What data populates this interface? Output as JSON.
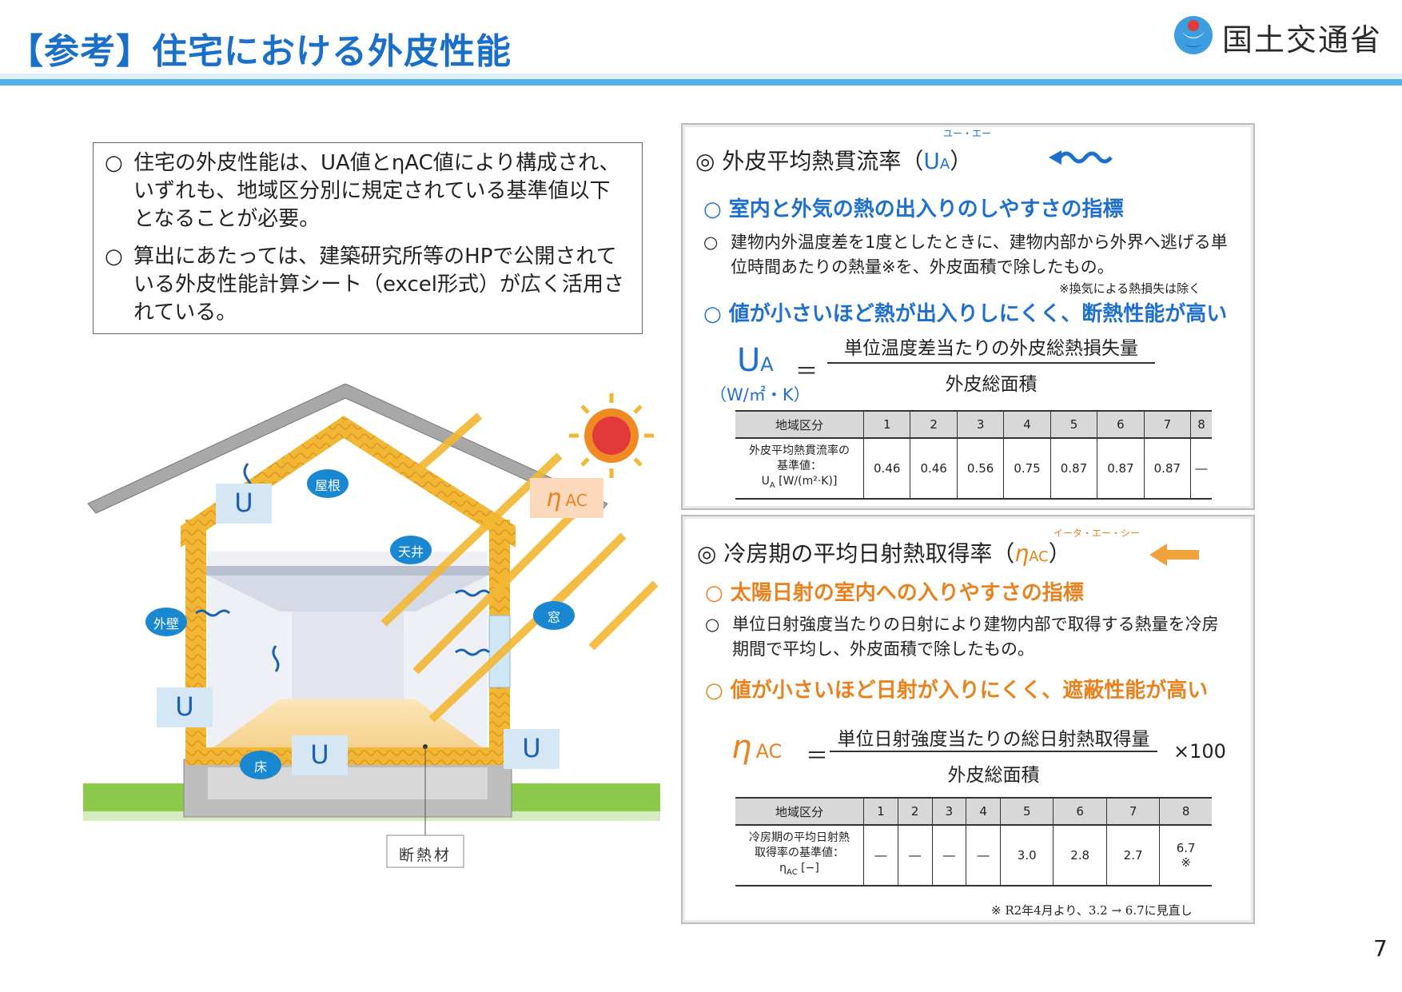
{
  "header": {
    "title": "【参考】住宅における外皮性能",
    "logo_text": "国土交通省"
  },
  "intro": {
    "bullet_mark": "○",
    "items": [
      "住宅の外皮性能は、UA値とηAC値により構成され、いずれも、地域区分別に規定されている基準値以下となることが必要。",
      "算出にあたっては、建築研究所等のHPで公開されている外皮性能計算シート（excel形式）が広く活用されている。"
    ]
  },
  "diagram": {
    "labels": {
      "roof": "屋根",
      "ceiling": "天井",
      "wall": "外壁",
      "window": "窓",
      "floor": "床",
      "insulation": "断熱材"
    },
    "u_label": "U",
    "eta_symbol": "η",
    "eta_sub": "AC"
  },
  "ua_panel": {
    "ruby": "ユー・エー",
    "mark": "◎",
    "title": "外皮平均熱貫流率（",
    "title_symbol": "U",
    "title_sub": "A",
    "title_close": "）",
    "sub1": "○ 室内と外気の熱の出入りのしやすさの指標",
    "desc_mark": "○",
    "desc": "建物内外温度差を1度としたときに、建物内部から外界へ逃げる単位時間あたりの熱量※を、外皮面積で除したもの。",
    "note": "※換気による熱損失は除く",
    "sub2": "○ 値が小さいほど熱が出入りしにくく、断熱性能が高い",
    "formula": {
      "symbol": "U",
      "sub": "A",
      "unit": "（W/㎡・K）",
      "equals": "＝",
      "numerator": "単位温度差当たりの外皮総熱損失量",
      "denominator": "外皮総面積"
    },
    "table": {
      "header_label": "地域区分",
      "regions": [
        "1",
        "2",
        "3",
        "4",
        "5",
        "6",
        "7",
        "8"
      ],
      "row_label_1": "外皮平均熱貫流率の",
      "row_label_2": "基準値：",
      "row_label_3": "U",
      "row_label_3_sub": "A",
      "row_label_3_unit": " [W/(m²·K)]",
      "values": [
        "0.46",
        "0.46",
        "0.56",
        "0.75",
        "0.87",
        "0.87",
        "0.87",
        "―"
      ]
    }
  },
  "eta_panel": {
    "ruby": "イータ・エー・シー",
    "mark": "◎",
    "title": "冷房期の平均日射熱取得率（",
    "title_symbol": "η",
    "title_sub": "AC",
    "title_close": "）",
    "sub1": "○ 太陽日射の室内への入りやすさの指標",
    "desc_mark": "○",
    "desc": "単位日射強度当たりの日射により建物内部で取得する熱量を冷房期間で平均し、外皮面積で除したもの。",
    "sub2": "○ 値が小さいほど日射が入りにくく、遮蔽性能が高い",
    "formula": {
      "symbol": "η",
      "sub": "AC",
      "equals": "＝",
      "numerator": "単位日射強度当たりの総日射熱取得量",
      "denominator": "外皮総面積",
      "multiplier": "×100"
    },
    "table": {
      "header_label": "地域区分",
      "regions": [
        "1",
        "2",
        "3",
        "4",
        "5",
        "6",
        "7",
        "8"
      ],
      "row_label_1": "冷房期の平均日射熱",
      "row_label_2": "取得率の基準値：",
      "row_label_3": "η",
      "row_label_3_sub": "AC",
      "row_label_3_unit": " [−]",
      "values": [
        "―",
        "―",
        "―",
        "―",
        "3.0",
        "2.8",
        "2.7",
        "6.7"
      ],
      "value8_note": "※"
    },
    "footnote": "※ R2年4月より、3.2 → 6.7に見直し"
  },
  "page_number": "7",
  "colors": {
    "title_blue": "#1a6fc9",
    "ua_blue": "#1f6fcf",
    "eta_orange": "#e8821e",
    "insulation_yellow": "#f2b833"
  }
}
